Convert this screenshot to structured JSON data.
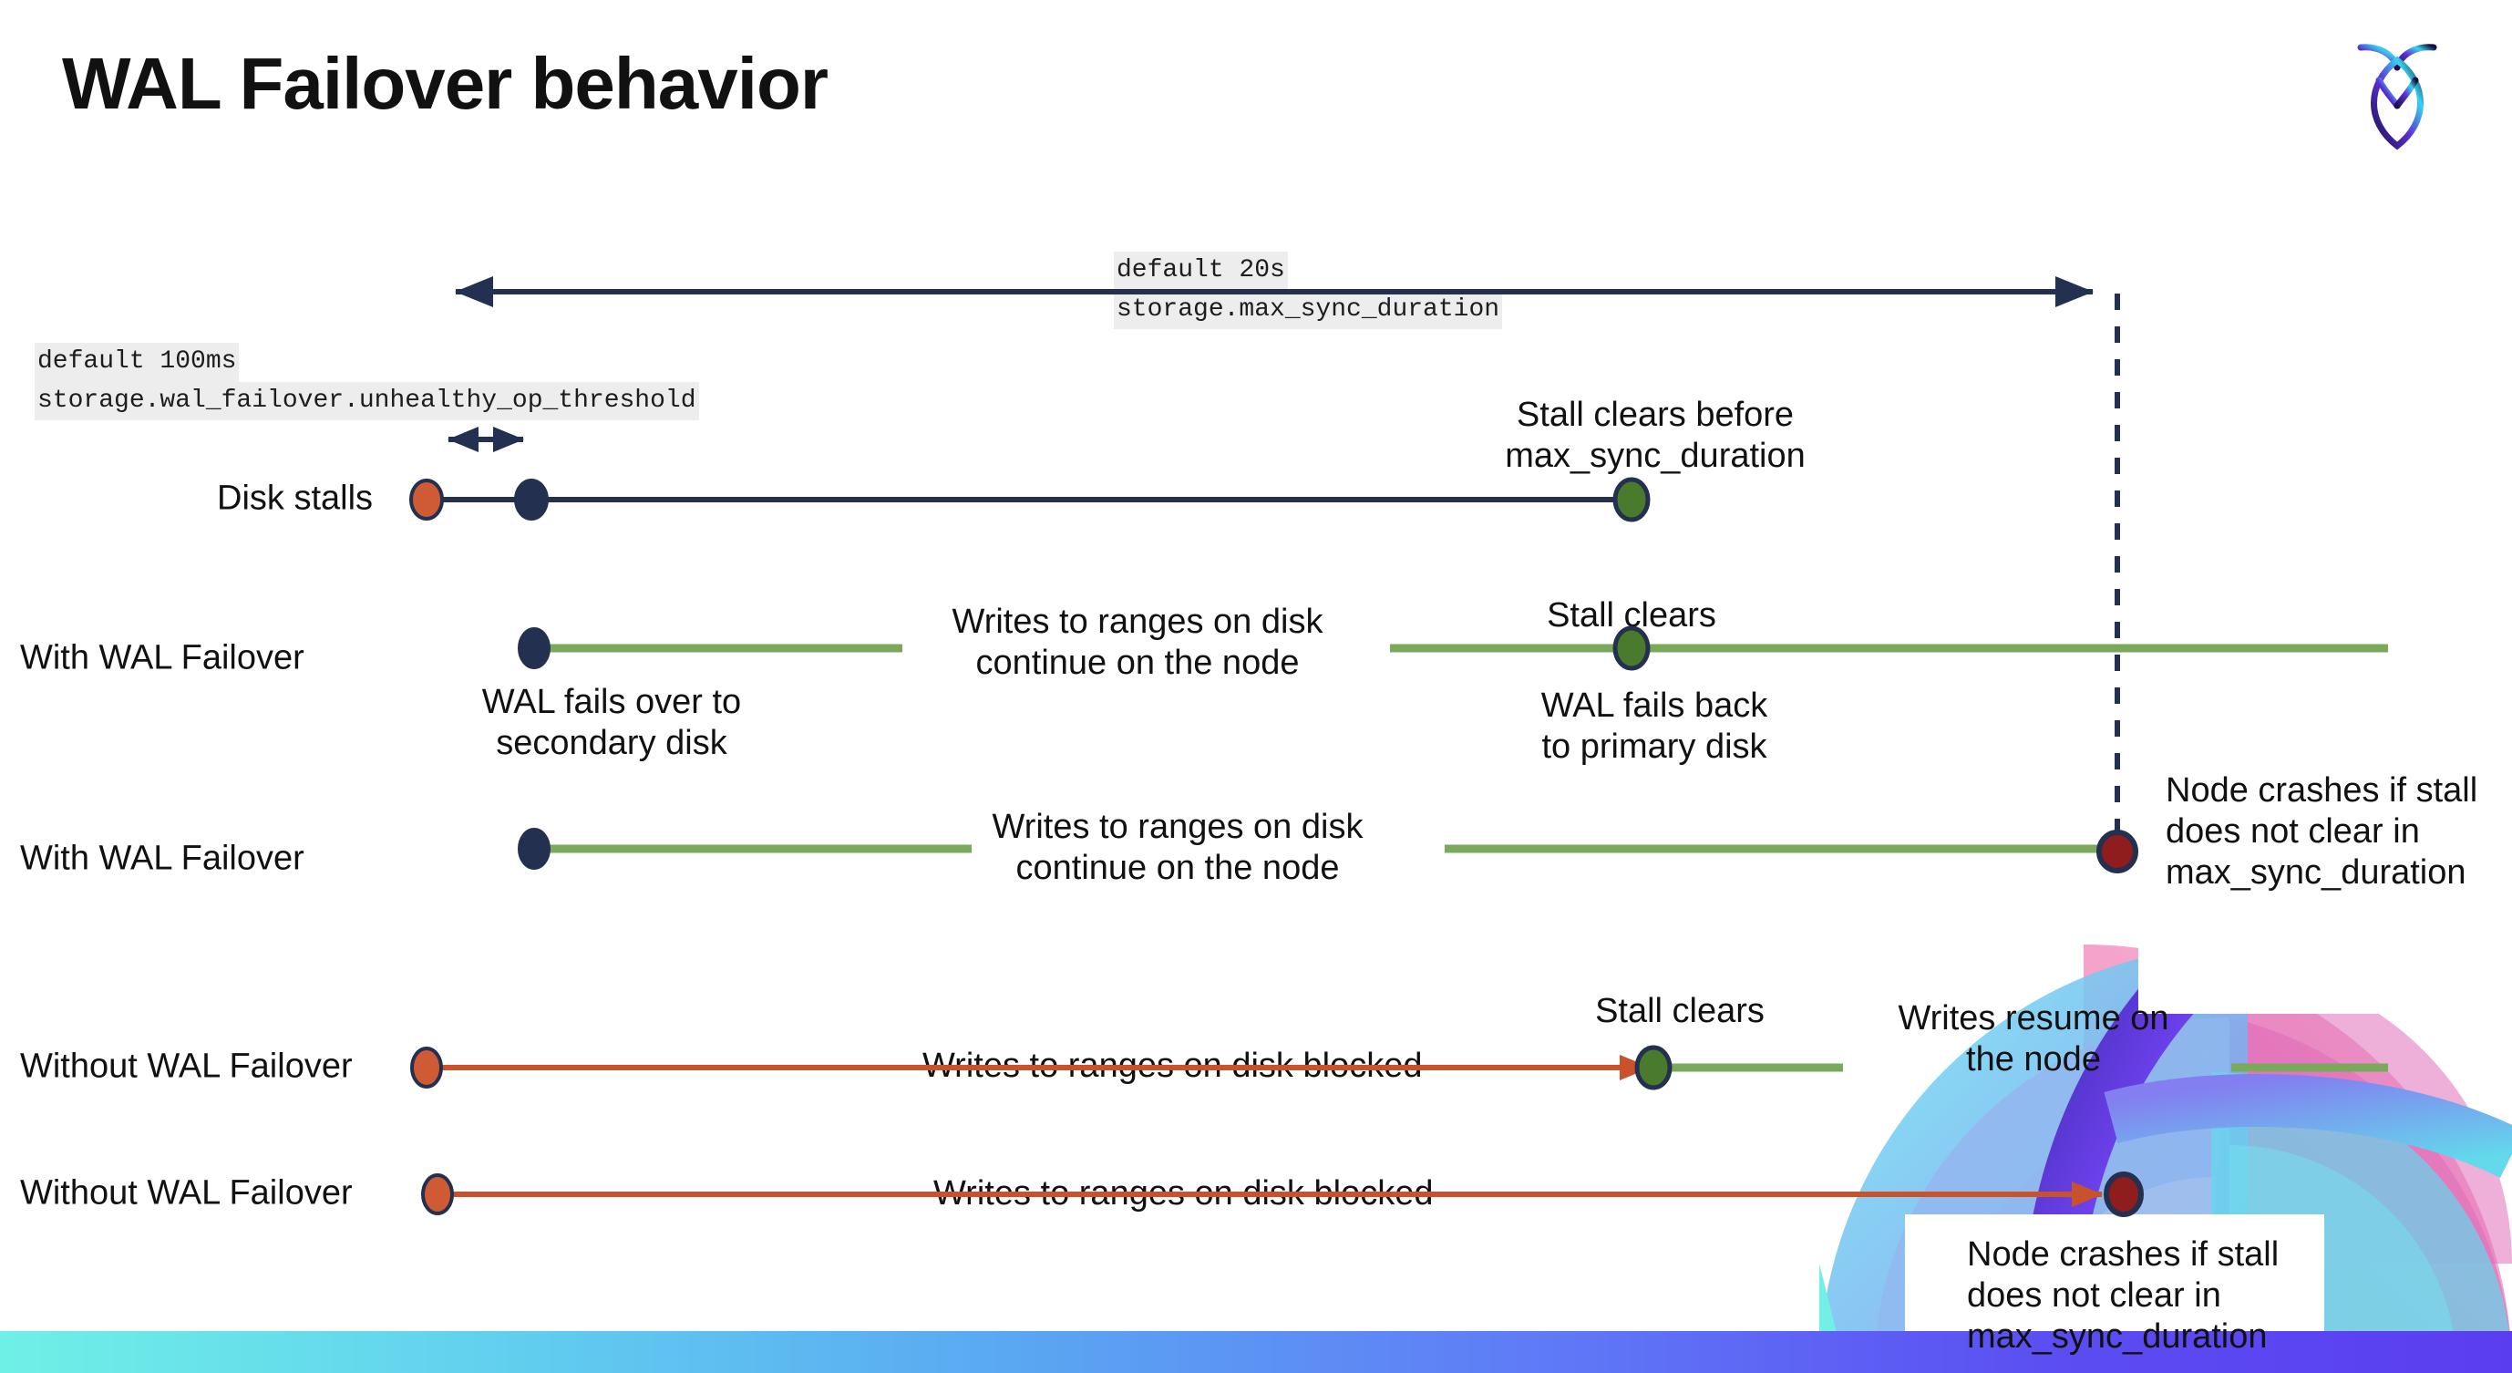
{
  "page": {
    "title": "WAL Failover behavior",
    "background": "#ffffff",
    "logo_name": "cockroachdb-logo"
  },
  "colors": {
    "navy": "#23304f",
    "green_line": "#7aa95c",
    "green_dot": "#4a7a2b",
    "orange": "#c9512c",
    "orange_dot": "#cf5b35",
    "dark_red": "#8f1d1d",
    "code_bg": "#ededed",
    "text": "#111111",
    "bar_gradient_start": "#6ff0e6",
    "bar_gradient_end": "#5b3df0"
  },
  "annotations": {
    "max_sync": {
      "line1": "default 20s",
      "line2": "storage.max_sync_duration"
    },
    "unhealthy": {
      "line1": "default 100ms",
      "line2": "storage.wal_failover.unhealthy_op_threshold"
    }
  },
  "rows": [
    {
      "id": "disk-stalls",
      "label": "Disk stalls"
    },
    {
      "id": "with-wal-failover-1",
      "label": "With WAL Failover"
    },
    {
      "id": "with-wal-failover-2",
      "label": "With WAL Failover"
    },
    {
      "id": "without-wal-failover-1",
      "label": "Without WAL Failover"
    },
    {
      "id": "without-wal-failover-2",
      "label": "Without WAL Failover"
    }
  ],
  "captions": {
    "stall_clears_before": "Stall clears before\nmax_sync_duration",
    "stall_clears_before_l1": "Stall clears before",
    "stall_clears_before_l2": "max_sync_duration",
    "writes_continue_l1": "Writes to ranges on disk",
    "writes_continue_l2": "continue on the node",
    "stall_clears": "Stall clears",
    "wal_fails_over_l1": "WAL fails over to",
    "wal_fails_over_l2": "secondary disk",
    "wal_fails_back_l1": "WAL fails  back",
    "wal_fails_back_l2": "to primary disk",
    "node_crashes_l1": "Node crashes if stall",
    "node_crashes_l2": "does not clear in",
    "node_crashes_l3": "max_sync_duration",
    "writes_blocked": "Writes to ranges on disk  blocked",
    "writes_resume_l1": "Writes resume on",
    "writes_resume_l2": "the node"
  }
}
